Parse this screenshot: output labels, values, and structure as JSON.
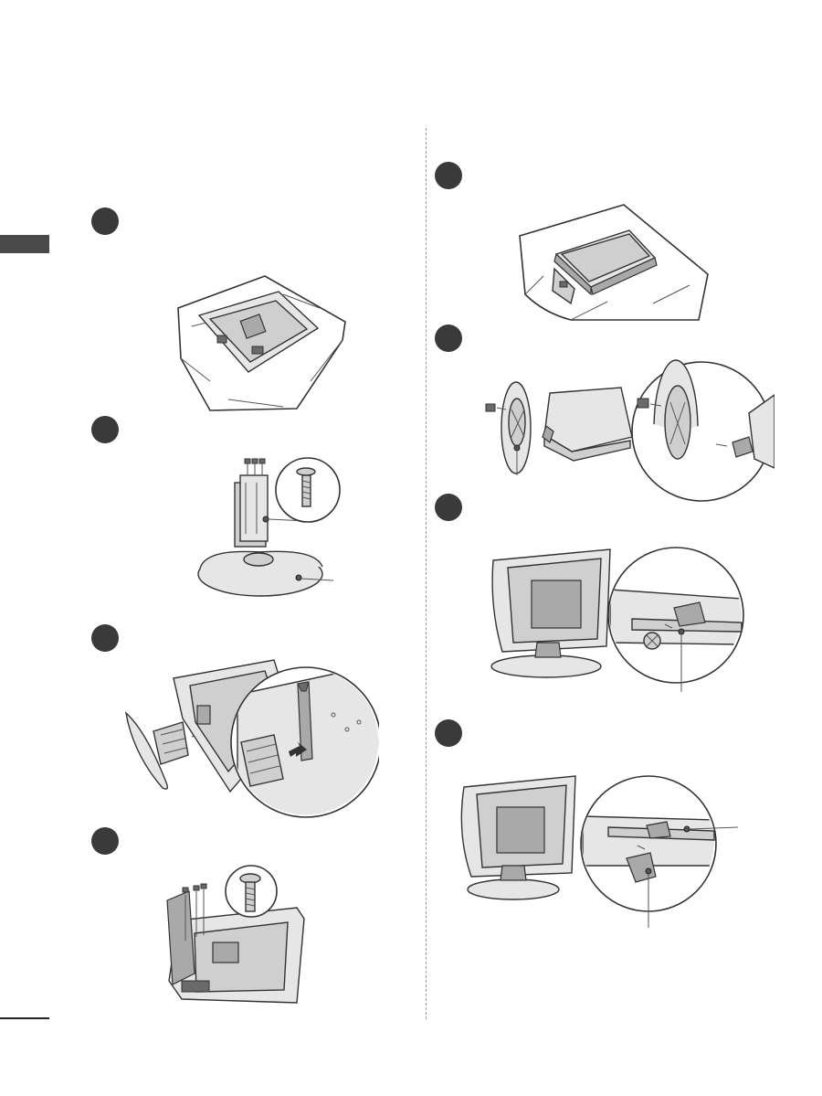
{
  "page": {
    "accent": "#4a4a4a",
    "step_color": "#3a3a3a",
    "page_number": ""
  },
  "left_steps": [
    {
      "number": "",
      "figure": "tv-face-down-on-cloth"
    },
    {
      "number": "",
      "figure": "stand-body-and-base-with-screws"
    },
    {
      "number": "",
      "figure": "attach-stand-to-tv-back"
    },
    {
      "number": "",
      "figure": "fasten-stand-screws"
    }
  ],
  "right_steps": [
    {
      "number": "",
      "figure": "tv-face-down-on-cushion"
    },
    {
      "number": "",
      "figure": "remove-stand-screws"
    },
    {
      "number": "",
      "figure": "attach-protection-cover"
    },
    {
      "number": "",
      "figure": "cover-installed"
    }
  ]
}
